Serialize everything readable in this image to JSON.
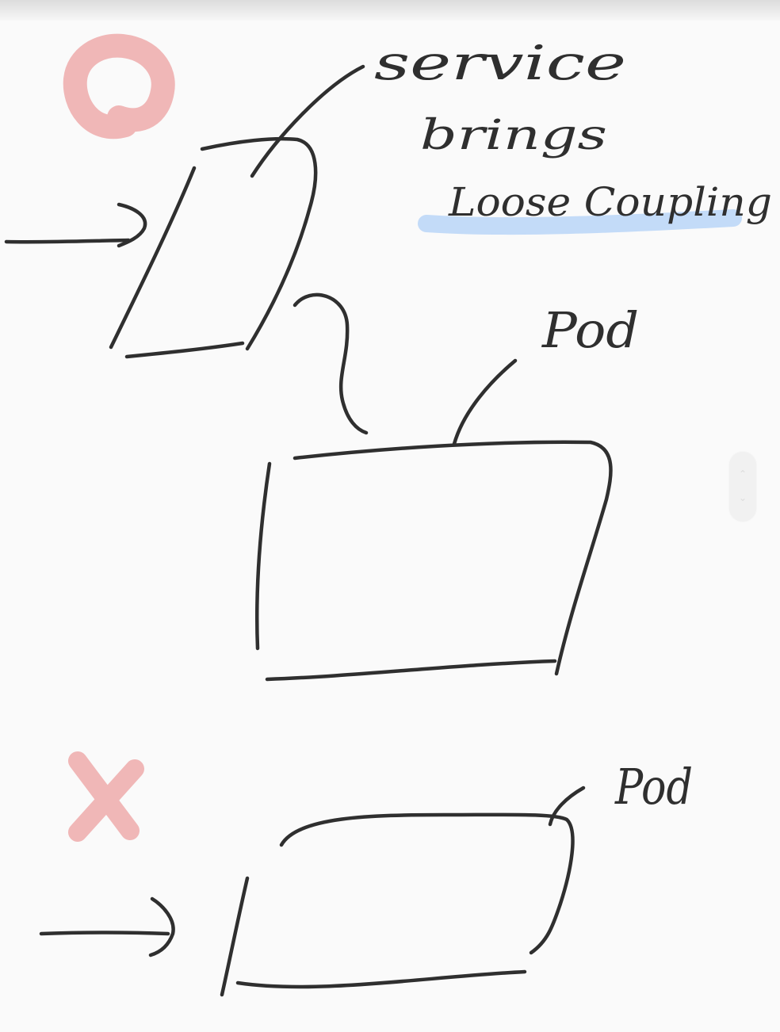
{
  "labels": {
    "service": "service",
    "brings": "brings",
    "loose_coupling": "Loose Coupling",
    "pod_top": "Pod",
    "pod_bottom": "Pod"
  },
  "marks": {
    "good": "circle-mark",
    "bad": "x-mark"
  },
  "colors": {
    "ink": "#2f2f2f",
    "highlight": "#bcd7f7",
    "mark": "#f0b7b7",
    "background": "#fafafa"
  },
  "scroll": {
    "up_icon": "chevron-up-icon",
    "down_icon": "chevron-down-icon"
  }
}
